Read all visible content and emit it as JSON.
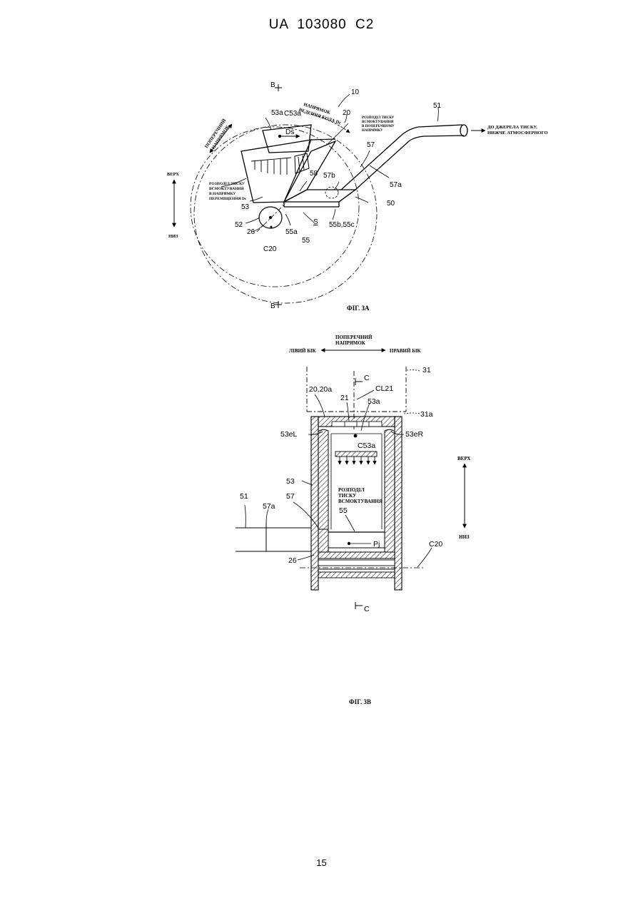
{
  "header": {
    "doc_id": "UA 103080 C2"
  },
  "page_number": "15",
  "fig3a": {
    "caption": "ФІГ. 3А",
    "labels": {
      "b_top": "B",
      "b_bottom": "B",
      "n10": "10",
      "n20": "20",
      "n51": "51",
      "n53a": "53a",
      "c53a": "C53a",
      "ds": "Ds",
      "n57": "57",
      "n57a": "57a",
      "n57b": "57b",
      "n58": "58",
      "n50": "50",
      "n53": "53",
      "n52": "52",
      "n26": "26",
      "n55a": "55a",
      "s": "S",
      "n55bc": "55b,55c",
      "n55": "55",
      "c20": "C20"
    },
    "text": {
      "transverse": [
        "ПОПЕРЕЧНИЙ",
        "НАПРЯМОК"
      ],
      "wheel_dir": [
        "НАПРЯМОК",
        "ВЕДЕННЯ КОЛА Dc"
      ],
      "suction_dist_transverse": [
        "РОЗПОДІЛ ТИСКУ",
        "ВСМОКТУВАННЯ",
        "В ПОПЕРЕЧНОМУ",
        "НАПРЯМКУ"
      ],
      "to_source": [
        "ДО ДЖЕРЕЛА ТИСКУ,",
        "НИЖЧЕ АТМОСФЕРНОГО"
      ],
      "up": "ВЕРХ",
      "down": "НИЗ",
      "suction_dist_move": [
        "РОЗПОДІЛ ТИСКУ",
        "ВСМОКТУВАННЯ",
        "В НАПРЯМКУ",
        "ПЕРЕМІЩЕННЯ Dc"
      ]
    }
  },
  "fig3b": {
    "caption": "ФІГ. 3В",
    "labels": {
      "n31": "31",
      "n31a": "31a",
      "c_top": "C",
      "c_bottom": "C",
      "cl21": "CL21",
      "n2020a": "20,20a",
      "n21": "21",
      "n53a": "53a",
      "n53eL": "53eL",
      "n53eR": "53eR",
      "c53a": "C53a",
      "n53": "53",
      "n51": "51",
      "n57": "57",
      "n57a": "57a",
      "n55": "55",
      "pj": "Pj",
      "n26": "26",
      "c20": "C20"
    },
    "text": {
      "transverse": [
        "ПОПЕРЕЧНИЙ",
        "НАПРЯМОК"
      ],
      "left_side": "ЛІВИЙ БІК",
      "right_side": "ПРАВИЙ БІК",
      "up": "ВЕРХ",
      "down": "НИЗ",
      "suction_dist": [
        "РОЗПОДІЛ",
        "ТИСКУ",
        "ВСМОКТУВАННЯ"
      ]
    }
  }
}
